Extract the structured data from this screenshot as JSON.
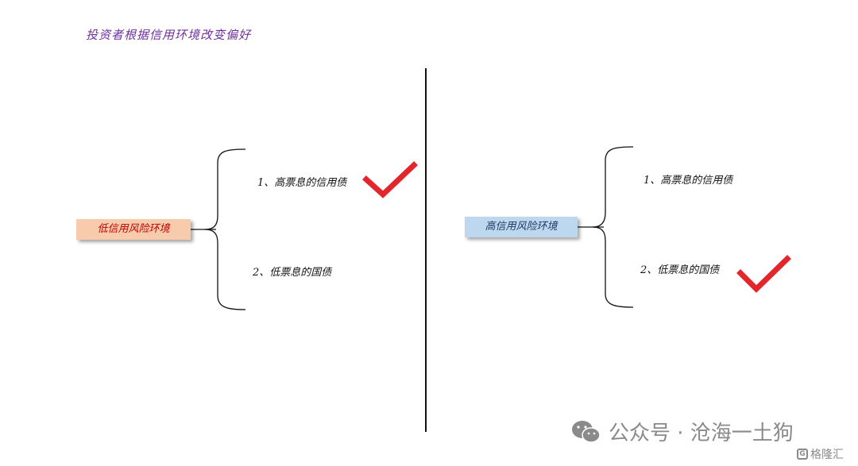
{
  "title": "投资者根据信用环境改变偏好",
  "title_color": "#7030a0",
  "left_panel": {
    "environment": "低信用风险环境",
    "environment_bg": "#f8cbad",
    "environment_color": "#c00000",
    "items": [
      "1、高票息的信用债",
      "2、低票息的国债"
    ],
    "checked_item": 1
  },
  "right_panel": {
    "environment": "高信用风险环境",
    "environment_bg": "#bdd7ee",
    "environment_color": "#1f3864",
    "items": [
      "1、高票息的信用债",
      "2、低票息的国债"
    ],
    "checked_item": 2
  },
  "check_color": "#e3262b",
  "watermark": {
    "icon": "wechat-icon",
    "text": "公众号 · 沧海一土狗"
  },
  "logo": {
    "icon": "gelonghui-logo-icon",
    "text": "格隆汇"
  }
}
